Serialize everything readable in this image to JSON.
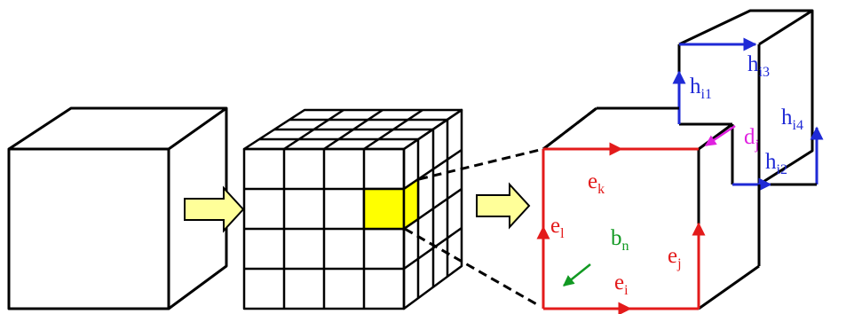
{
  "labels": {
    "e_k": {
      "main": "e",
      "sub": "k"
    },
    "e_l": {
      "main": "e",
      "sub": "l"
    },
    "e_i": {
      "main": "e",
      "sub": "i"
    },
    "e_j": {
      "main": "e",
      "sub": "j"
    },
    "b_n": {
      "main": "b",
      "sub": "n"
    },
    "d_j": {
      "main": "d",
      "sub": "j"
    },
    "h_i1": {
      "main": "h",
      "sub": "i1"
    },
    "h_i2": {
      "main": "h",
      "sub": "i2"
    },
    "h_i3": {
      "main": "h",
      "sub": "i3"
    },
    "h_i4": {
      "main": "h",
      "sub": "i4"
    }
  },
  "colors": {
    "outline": "#000000",
    "electric_edge": "#e31b1b",
    "magnetic_edge": "#1f2ad6",
    "flux": "#119922",
    "dual": "#e020e0",
    "highlight_cell": "#ffff00",
    "process_arrow": "#ffff99"
  }
}
